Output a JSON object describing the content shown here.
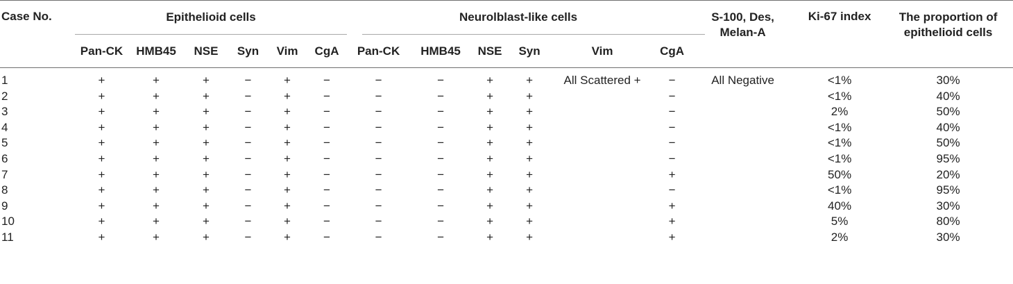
{
  "headers": {
    "case_no": "Case No.",
    "epithelioid": "Epithelioid cells",
    "neuroblast": "Neurolblast-like cells",
    "s100_line1": "S-100, Des,",
    "s100_line2": "Melan-A",
    "ki67": "Ki-67 index",
    "proportion_line1": "The proportion of",
    "proportion_line2": "epithelioid cells",
    "epi_markers": [
      "Pan-CK",
      "HMB45",
      "NSE",
      "Syn",
      "Vim",
      "CgA"
    ],
    "neuro_markers": [
      "Pan-CK",
      "HMB45",
      "NSE",
      "Syn",
      "Vim",
      "CgA"
    ]
  },
  "rows": [
    {
      "case": "1",
      "epi": [
        "+",
        "+",
        "+",
        "−",
        "+",
        "−"
      ],
      "neuro": [
        "−",
        "−",
        "+",
        "+",
        "All Scattered +",
        "−"
      ],
      "s100": "All Negative",
      "ki67": "<1%",
      "prop": "30%"
    },
    {
      "case": "2",
      "epi": [
        "+",
        "+",
        "+",
        "−",
        "+",
        "−"
      ],
      "neuro": [
        "−",
        "−",
        "+",
        "+",
        "",
        "−"
      ],
      "s100": "",
      "ki67": "<1%",
      "prop": "40%"
    },
    {
      "case": "3",
      "epi": [
        "+",
        "+",
        "+",
        "−",
        "+",
        "−"
      ],
      "neuro": [
        "−",
        "−",
        "+",
        "+",
        "",
        "−"
      ],
      "s100": "",
      "ki67": "2%",
      "prop": "50%"
    },
    {
      "case": "4",
      "epi": [
        "+",
        "+",
        "+",
        "−",
        "+",
        "−"
      ],
      "neuro": [
        "−",
        "−",
        "+",
        "+",
        "",
        "−"
      ],
      "s100": "",
      "ki67": "<1%",
      "prop": "40%"
    },
    {
      "case": "5",
      "epi": [
        "+",
        "+",
        "+",
        "−",
        "+",
        "−"
      ],
      "neuro": [
        "−",
        "−",
        "+",
        "+",
        "",
        "−"
      ],
      "s100": "",
      "ki67": "<1%",
      "prop": "50%"
    },
    {
      "case": "6",
      "epi": [
        "+",
        "+",
        "+",
        "−",
        "+",
        "−"
      ],
      "neuro": [
        "−",
        "−",
        "+",
        "+",
        "",
        "−"
      ],
      "s100": "",
      "ki67": "<1%",
      "prop": "95%"
    },
    {
      "case": "7",
      "epi": [
        "+",
        "+",
        "+",
        "−",
        "+",
        "−"
      ],
      "neuro": [
        "−",
        "−",
        "+",
        "+",
        "",
        "+"
      ],
      "s100": "",
      "ki67": "50%",
      "prop": "20%"
    },
    {
      "case": "8",
      "epi": [
        "+",
        "+",
        "+",
        "−",
        "+",
        "−"
      ],
      "neuro": [
        "−",
        "−",
        "+",
        "+",
        "",
        "−"
      ],
      "s100": "",
      "ki67": "<1%",
      "prop": "95%"
    },
    {
      "case": "9",
      "epi": [
        "+",
        "+",
        "+",
        "−",
        "+",
        "−"
      ],
      "neuro": [
        "−",
        "−",
        "+",
        "+",
        "",
        "+"
      ],
      "s100": "",
      "ki67": "40%",
      "prop": "30%"
    },
    {
      "case": "10",
      "epi": [
        "+",
        "+",
        "+",
        "−",
        "+",
        "−"
      ],
      "neuro": [
        "−",
        "−",
        "+",
        "+",
        "",
        "+"
      ],
      "s100": "",
      "ki67": "5%",
      "prop": "80%"
    },
    {
      "case": "11",
      "epi": [
        "+",
        "+",
        "+",
        "−",
        "+",
        "−"
      ],
      "neuro": [
        "−",
        "−",
        "+",
        "+",
        "",
        "+"
      ],
      "s100": "",
      "ki67": "2%",
      "prop": "30%"
    }
  ]
}
